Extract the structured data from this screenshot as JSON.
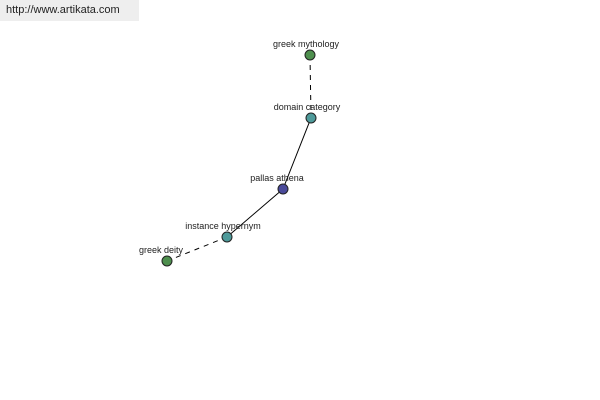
{
  "banner": {
    "url": "http://www.artikata.com"
  },
  "graph": {
    "nodes": [
      {
        "id": "greek-mythology",
        "label": "greek mythology",
        "color": "#4e8f4e"
      },
      {
        "id": "domain-category",
        "label": "domain category",
        "color": "#4e9a9a"
      },
      {
        "id": "pallas-athena",
        "label": "pallas athena",
        "color": "#4a4a9a"
      },
      {
        "id": "instance-hypernym",
        "label": "instance hypernym",
        "color": "#4e9a9a"
      },
      {
        "id": "greek-deity",
        "label": "greek deity",
        "color": "#4e8f4e"
      }
    ],
    "edges": [
      {
        "from": "greek-mythology",
        "to": "domain-category",
        "style": "dashed"
      },
      {
        "from": "domain-category",
        "to": "pallas-athena",
        "style": "solid"
      },
      {
        "from": "pallas-athena",
        "to": "instance-hypernym",
        "style": "solid"
      },
      {
        "from": "instance-hypernym",
        "to": "greek-deity",
        "style": "dashed"
      }
    ]
  }
}
